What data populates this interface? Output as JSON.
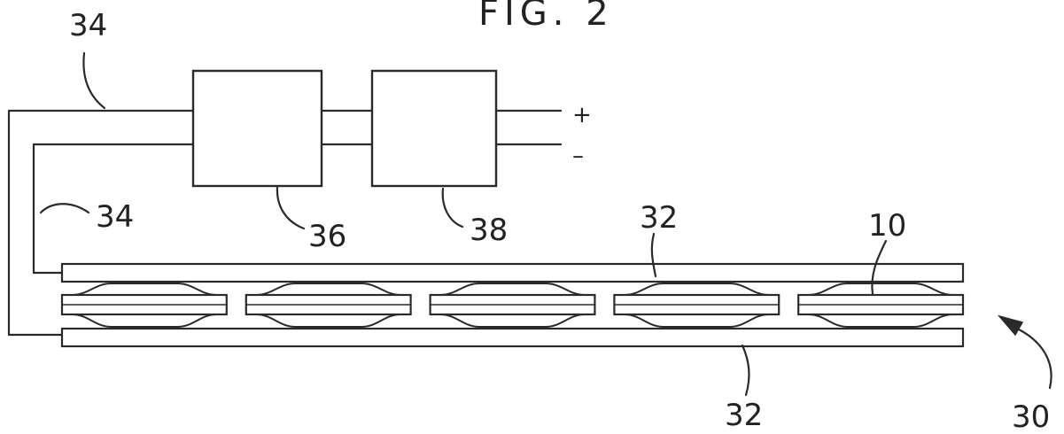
{
  "figure": {
    "title": "FIG. 2"
  },
  "labels": {
    "wire_top": "34",
    "wire_left": "34",
    "block_left": "36",
    "block_right": "38",
    "plate_top": "32",
    "plate_bottom": "32",
    "cell": "10",
    "assembly": "30"
  },
  "terminals": {
    "positive": "+",
    "negative": "–"
  },
  "cells": {
    "count": 5
  }
}
